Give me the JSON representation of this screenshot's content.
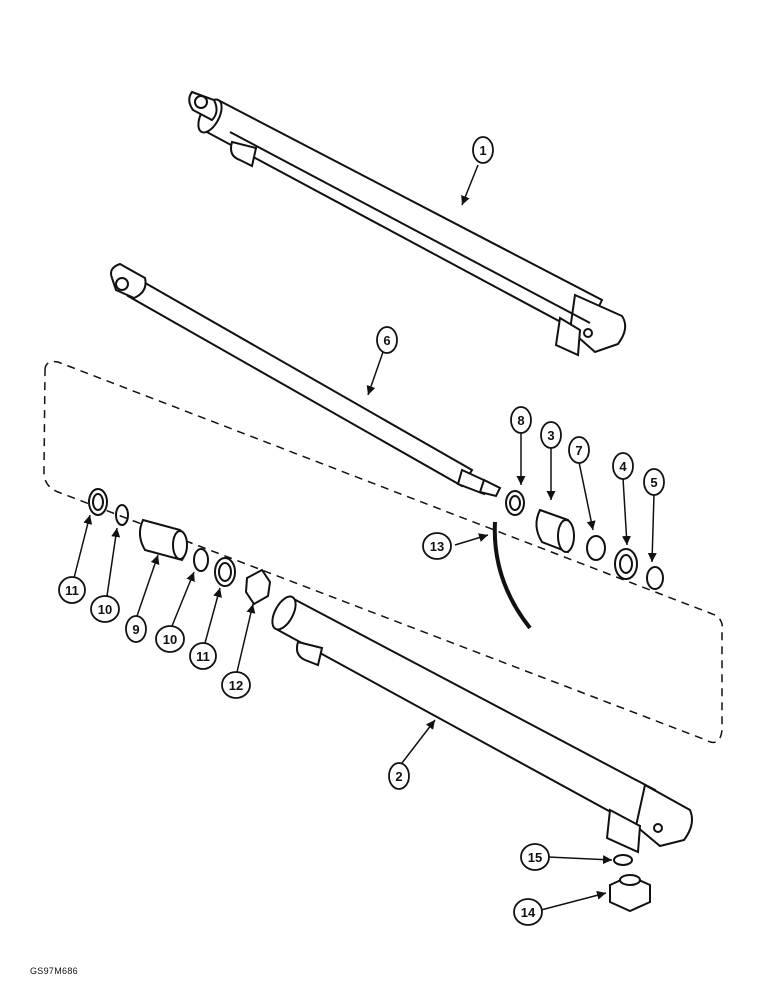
{
  "diagram": {
    "reference_code": "GS97M686",
    "line_color": "#111111",
    "background_color": "#ffffff",
    "callouts": {
      "c1": "1",
      "c2": "2",
      "c3": "3",
      "c4": "4",
      "c5": "5",
      "c6": "6",
      "c7": "7",
      "c8": "8",
      "c9": "9",
      "c10a": "10",
      "c10b": "10",
      "c11a": "11",
      "c11b": "11",
      "c12": "12",
      "c13": "13",
      "c14": "14",
      "c15": "15"
    }
  }
}
